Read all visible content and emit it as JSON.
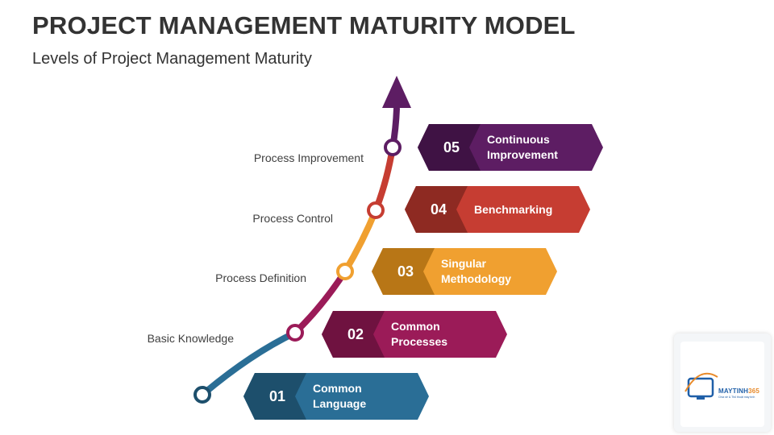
{
  "header": {
    "title": "PROJECT MANAGEMENT MATURITY MODEL",
    "subtitle": "Levels of Project Management Maturity"
  },
  "stages": [
    {
      "id": "01",
      "label": "Common\nLanguage",
      "side_label": "",
      "color": "#2a6e96",
      "dark": "#1d4f6c"
    },
    {
      "id": "02",
      "label": "Common\nProcesses",
      "side_label": "Basic\nKnowledge",
      "color": "#9b1b58",
      "dark": "#6f1240"
    },
    {
      "id": "03",
      "label": "Singular\nMethodology",
      "side_label": "Process\nDefinition",
      "color": "#f0a030",
      "dark": "#b87616"
    },
    {
      "id": "04",
      "label": "Benchmarking",
      "side_label": "Process\nControl",
      "color": "#c63d32",
      "dark": "#8e2a22"
    },
    {
      "id": "05",
      "label": "Continuous\nImprovement",
      "side_label": "Process\nImprovement",
      "color": "#5d1d63",
      "dark": "#3f1244"
    }
  ],
  "logo": {
    "name_main": "MAYTINH",
    "name_accent": "365",
    "tagline": "Chia sẻ & Thủ thuật máy tính"
  }
}
